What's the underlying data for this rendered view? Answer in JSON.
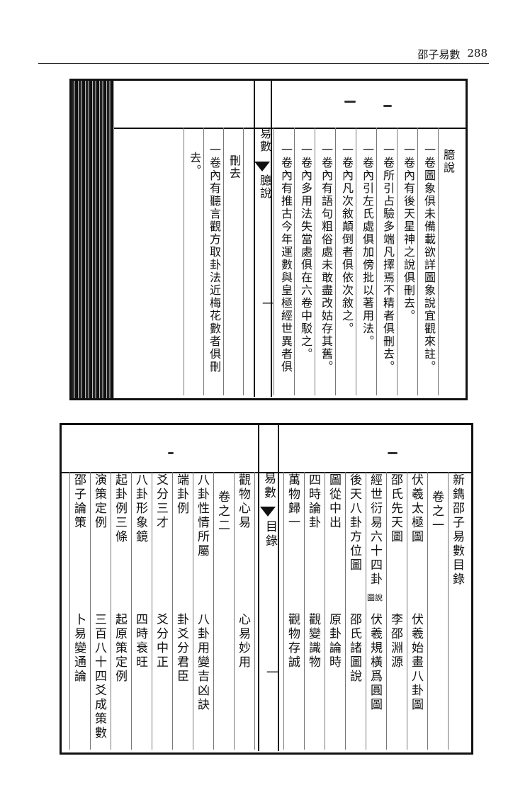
{
  "header": {
    "book_title": "邵子易數",
    "page_number": "288"
  },
  "top_page": {
    "fold": {
      "title": "易數",
      "section": "臆說",
      "leaf": "一"
    },
    "heading": "臆說",
    "columns": [
      "一卷圖象俱未備載欲詳圖象說宜觀來註。",
      "一卷內有後天星神之說俱刪去。",
      "一卷所引占驗多端凡擇焉不精者俱刪去。",
      "一卷內引左氏處俱加傍批以著用法。",
      "一卷內凡次敘顛倒者俱依次敘之。",
      "一卷內有語句粗俗處未敢盡改姑存其舊。",
      "一卷內多用法失當處俱在六卷中駁之。",
      "一卷內有推古今年運數與皇極經世異者俱",
      "刪去",
      "一卷內有聽言觀方取卦法近梅花數者俱刪",
      "去。"
    ]
  },
  "bottom_page": {
    "fold": {
      "title": "易數",
      "section": "目錄",
      "leaf": "一"
    },
    "title": "新鐫邵子易數目錄",
    "entries": [
      {
        "upper": "卷之一",
        "lower": ""
      },
      {
        "upper": "伏羲太極圖",
        "lower": "伏羲始畫八卦圖"
      },
      {
        "upper": "邵氏先天圖",
        "lower": "李邵淵源"
      },
      {
        "upper": "經世衍易六十四卦",
        "note": "圖說",
        "lower": "伏羲規橫爲圓圖"
      },
      {
        "upper": "後天八卦方位圖",
        "lower": "邵氏諸圖說"
      },
      {
        "upper": "圖從中出",
        "lower": "原卦論時"
      },
      {
        "upper": "四時論卦",
        "lower": "觀變識物"
      },
      {
        "upper": "萬物歸一",
        "lower": "觀物存誠"
      },
      {
        "upper": "觀物心易",
        "lower": "心易妙用"
      },
      {
        "upper": "卷之二",
        "lower": ""
      },
      {
        "upper": "八卦性情所屬",
        "lower": "八卦用變吉凶訣"
      },
      {
        "upper": "端卦例",
        "lower": "卦爻分君臣"
      },
      {
        "upper": "爻分三才",
        "lower": "爻分中正"
      },
      {
        "upper": "八卦形象鏡",
        "lower": "四時衰旺"
      },
      {
        "upper": "起卦例三條",
        "lower": "起原策定例"
      },
      {
        "upper": "演策定例",
        "lower": "三百八十四爻成策數"
      },
      {
        "upper": "邵子論策",
        "lower": "卜易變通論"
      }
    ]
  }
}
